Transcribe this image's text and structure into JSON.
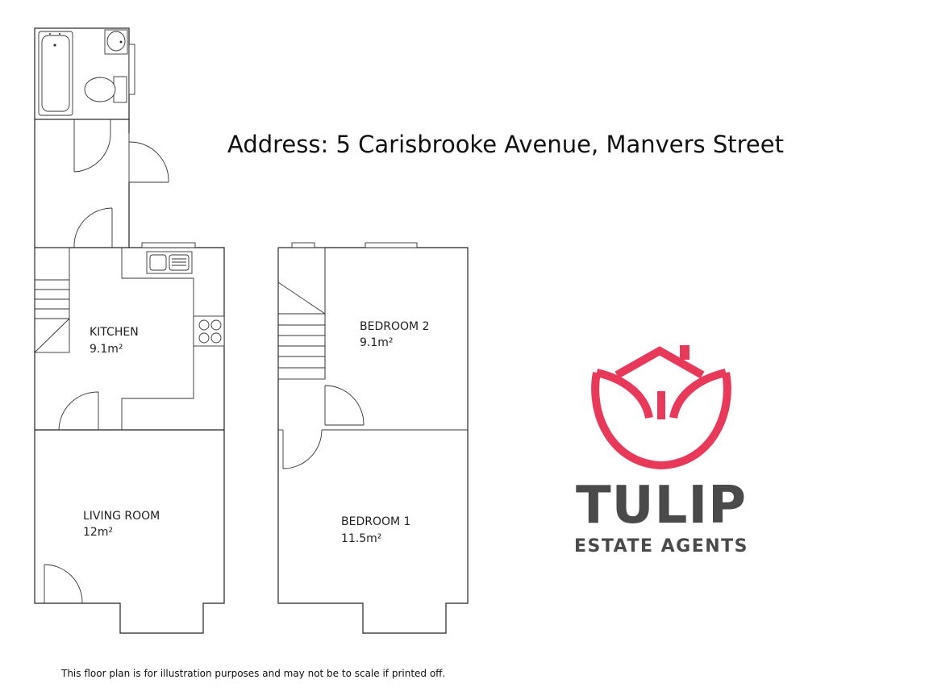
{
  "address": "Address: 5 Carisbrooke Avenue, Manvers Street",
  "disclaimer": "This floor plan is for illustration purposes and may not be to scale if printed off.",
  "rooms": {
    "kitchen": {
      "name": "KITCHEN",
      "area": "9.1m²"
    },
    "living_room": {
      "name": "LIVING ROOM",
      "area": "12m²"
    },
    "bedroom_2": {
      "name": "BEDROOM 2",
      "area": "9.1m²"
    },
    "bedroom_1": {
      "name": "BEDROOM 1",
      "area": "11.5m²"
    }
  },
  "logo": {
    "name": "TULIP",
    "tagline": "ESTATE AGENTS",
    "accent_color": "#e8395a",
    "text_color": "#4a4a4a"
  }
}
